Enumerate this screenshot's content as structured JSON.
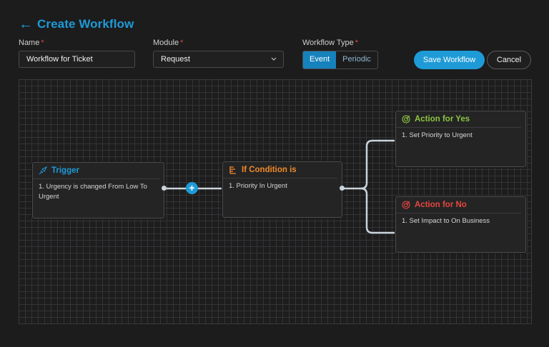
{
  "header": {
    "back_icon": "arrow-left-icon",
    "title": "Create Workflow"
  },
  "form": {
    "name_label": "Name",
    "name_value": "Workflow for Ticket",
    "module_label": "Module",
    "module_value": "Request",
    "type_label": "Workflow Type",
    "type_options": [
      "Event",
      "Periodic"
    ],
    "type_selected": "Event",
    "required_mark": "*"
  },
  "actions": {
    "save_label": "Save Workflow",
    "cancel_label": "Cancel"
  },
  "nodes": {
    "trigger": {
      "title": "Trigger",
      "icon": "trigger-icon",
      "color": "#1e9bd7",
      "body": "1. Urgency is changed From Low To Urgent"
    },
    "condition": {
      "title": "If Condition is",
      "icon": "condition-icon",
      "color": "#f08a2a",
      "body": "1. Priority In Urgent"
    },
    "yes": {
      "title": "Action for Yes",
      "icon": "target-icon",
      "color": "#8cc63f",
      "body": "1. Set Priority to Urgent"
    },
    "no": {
      "title": "Action for No",
      "icon": "target-icon",
      "color": "#e5473e",
      "body": "1. Set Impact to On Business"
    }
  },
  "colors": {
    "accent": "#1e9bd7",
    "required": "#e5473e",
    "yes": "#8cc63f",
    "no": "#e5473e",
    "condition": "#f08a2a",
    "connector": "#c9d3dc"
  }
}
